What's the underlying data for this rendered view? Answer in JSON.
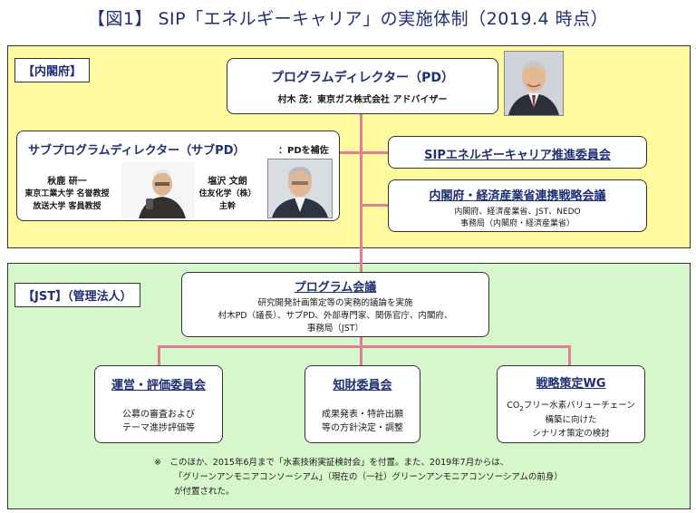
{
  "title": "【図1】 SIP「エネルギーキャリア」の実施体制（2019.4 時点）",
  "cabinet": {
    "label": "【内閣府】",
    "pd": {
      "title": "プログラムディレクター（PD）",
      "person": "村木 茂：東京ガス株式会社 アドバイザー"
    },
    "sub_pd": {
      "title": "サブプログラムディレクター（サブPD）",
      "note": "：PDを補佐",
      "person1": {
        "name": "秋鹿 研一",
        "line1": "東京工業大学 名誉教授",
        "line2": "放送大学 客員教授"
      },
      "person2": {
        "name": "塩沢 文朗",
        "line1": "住友化学（株）",
        "line2": "主幹"
      }
    },
    "committee": "SIPエネルギーキャリア推進委員会",
    "strategy_council": {
      "title": "内閣府・経済産業省連携戦略会議",
      "line1": "内閣府、経済産業省、JST、NEDO",
      "line2": "事務局（内閣府・経済産業省）"
    }
  },
  "jst": {
    "label": "【JST】（管理法人）",
    "program_meeting": {
      "title": "プログラム会議",
      "line1": "研究開発計画策定等の実務的議論を実施",
      "line2": "村木PD（議長）、サブPD、外部専門家、関係官庁、内閣府、",
      "line3": "事務局（JST）"
    },
    "committees": [
      {
        "title": "運営・評価委員会",
        "line1": "公募の審査および",
        "line2": "テーマ進捗評価等"
      },
      {
        "title": "知財委員会",
        "line1": "成果発表・特許出願",
        "line2": "等の方針決定・調整"
      },
      {
        "title": "戦略策定WG",
        "line1a": "CO",
        "line1sub": "2",
        "line1b": "フリー水素バリューチェーン",
        "line2": "構築に向けた",
        "line3": "シナリオ策定の検討"
      }
    ],
    "note": {
      "line1": "※　このほか、2015年6月まで「水素技術実証検討会」を付置。また、2019年7月からは、",
      "line2": "「グリーンアンモニアコンソーシアム」（現在の（一社）グリーンアンモニアコンソーシアムの前身）",
      "line3": "が付置された。"
    }
  },
  "colors": {
    "connector": "#e07e93",
    "cabinet_bg": "#fffaa0",
    "jst_bg": "#d6f6cb",
    "heading": "#1f2f74"
  }
}
